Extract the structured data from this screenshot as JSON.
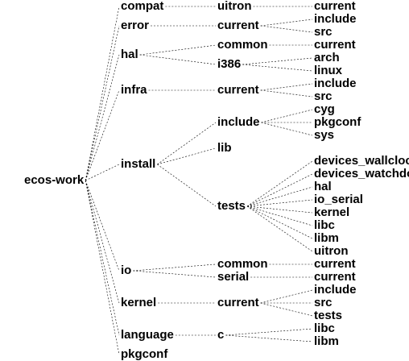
{
  "tree": {
    "root": "ecos-work",
    "children": [
      {
        "label": "compat",
        "children": [
          {
            "label": "uitron",
            "children": [
              {
                "label": "current"
              }
            ]
          }
        ]
      },
      {
        "label": "error",
        "children": [
          {
            "label": "current",
            "children": [
              {
                "label": "include"
              },
              {
                "label": "src"
              }
            ]
          }
        ]
      },
      {
        "label": "hal",
        "children": [
          {
            "label": "common",
            "children": [
              {
                "label": "current"
              }
            ]
          },
          {
            "label": "i386",
            "children": [
              {
                "label": "arch"
              },
              {
                "label": "linux"
              }
            ]
          }
        ]
      },
      {
        "label": "infra",
        "children": [
          {
            "label": "current",
            "children": [
              {
                "label": "include"
              },
              {
                "label": "src"
              }
            ]
          }
        ]
      },
      {
        "label": "install",
        "children": [
          {
            "label": "include",
            "children": [
              {
                "label": "cyg"
              },
              {
                "label": "pkgconf"
              },
              {
                "label": "sys"
              }
            ]
          },
          {
            "label": "lib"
          },
          {
            "label": "tests",
            "children": [
              {
                "label": "devices_wallclock"
              },
              {
                "label": "devices_watchdog"
              },
              {
                "label": "hal"
              },
              {
                "label": "io_serial"
              },
              {
                "label": "kernel"
              },
              {
                "label": "libc"
              },
              {
                "label": "libm"
              },
              {
                "label": "uitron"
              }
            ]
          }
        ]
      },
      {
        "label": "io",
        "children": [
          {
            "label": "common",
            "children": [
              {
                "label": "current"
              }
            ]
          },
          {
            "label": "serial",
            "children": [
              {
                "label": "current"
              }
            ]
          }
        ]
      },
      {
        "label": "kernel",
        "children": [
          {
            "label": "current",
            "children": [
              {
                "label": "include"
              },
              {
                "label": "src"
              },
              {
                "label": "tests"
              }
            ]
          }
        ]
      },
      {
        "label": "language",
        "children": [
          {
            "label": "c",
            "children": [
              {
                "label": "libc"
              },
              {
                "label": "libm"
              }
            ]
          }
        ]
      },
      {
        "label": "pkgconf"
      }
    ]
  }
}
